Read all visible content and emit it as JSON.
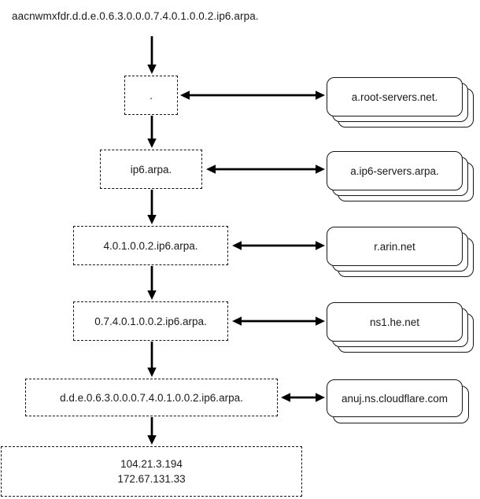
{
  "query": {
    "label": "aacnwmxfdr.d.d.e.0.6.3.0.0.0.7.4.0.1.0.0.2.ip6.arpa."
  },
  "zones": [
    {
      "label": ".",
      "nameserver": "a.root-servers.net.",
      "stack_depth": 3
    },
    {
      "label": "ip6.arpa.",
      "nameserver": "a.ip6-servers.arpa.",
      "stack_depth": 3
    },
    {
      "label": "4.0.1.0.0.2.ip6.arpa.",
      "nameserver": "r.arin.net",
      "stack_depth": 3
    },
    {
      "label": "0.7.4.0.1.0.0.2.ip6.arpa.",
      "nameserver": "ns1.he.net",
      "stack_depth": 3
    },
    {
      "label": "d.d.e.0.6.3.0.0.0.7.4.0.1.0.0.2.ip6.arpa.",
      "nameserver": "anuj.ns.cloudflare.com",
      "stack_depth": 2
    }
  ],
  "answer": {
    "line1": "104.21.3.194",
    "line2": "172.67.131.33"
  },
  "colors": {
    "line": "#000000",
    "border": "#151515",
    "background": "#ffffff",
    "text": "#1a1a1a"
  }
}
